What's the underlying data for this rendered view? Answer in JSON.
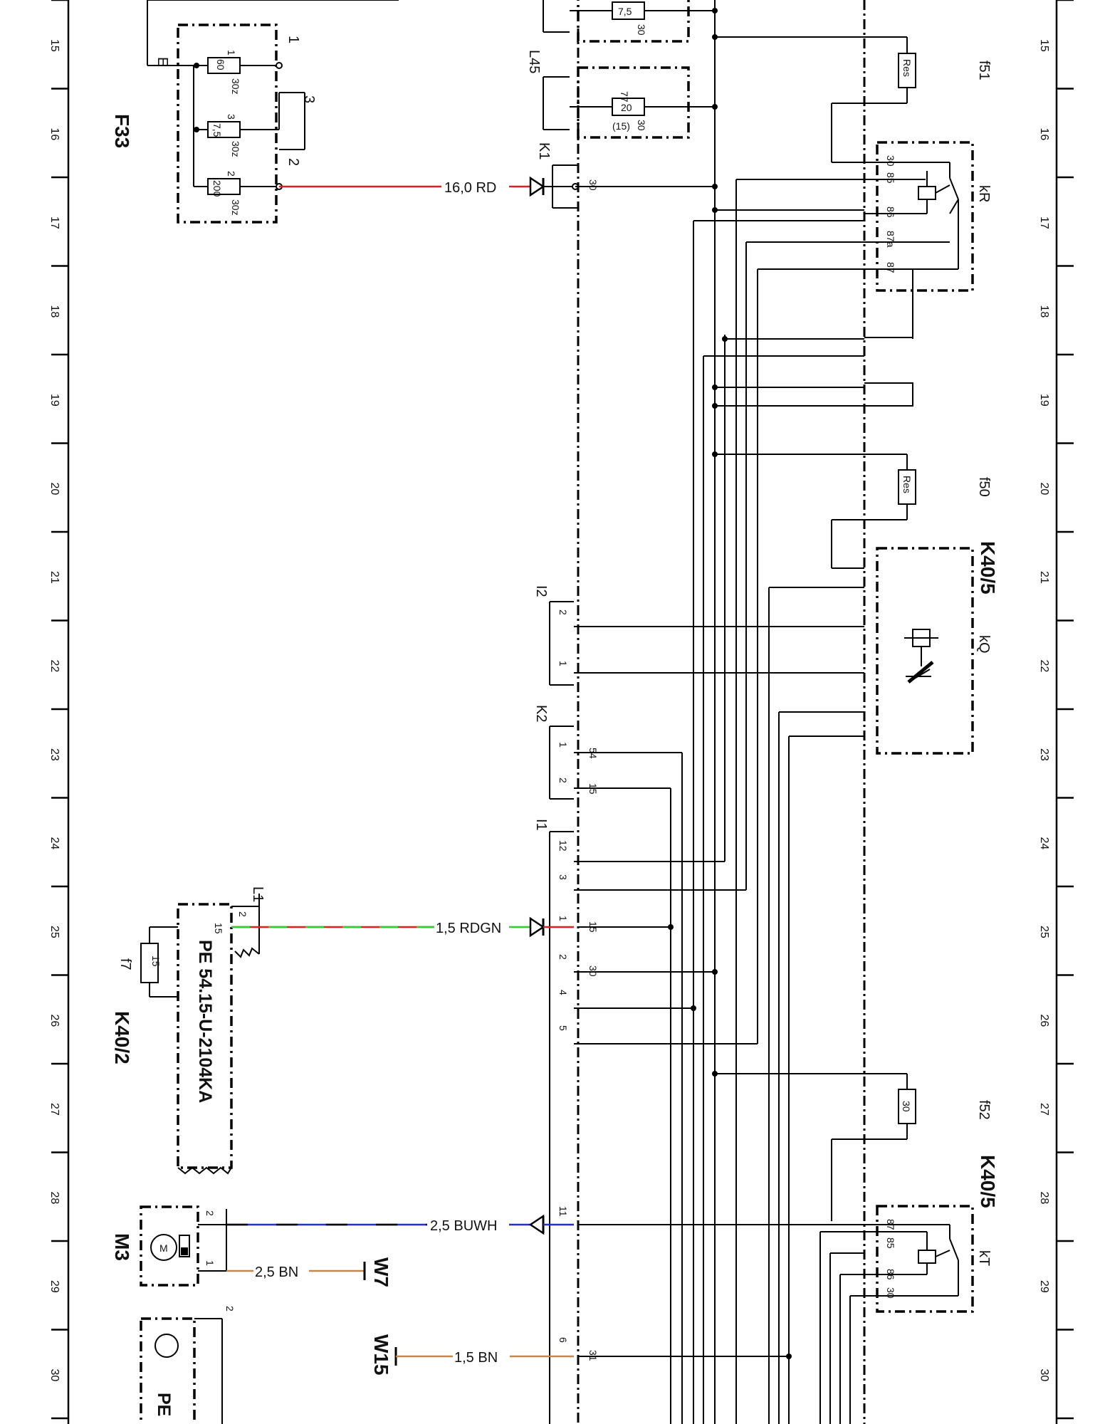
{
  "ruler": {
    "numbers": [
      "15",
      "16",
      "17",
      "18",
      "19",
      "20",
      "21",
      "22",
      "23",
      "24",
      "25",
      "26",
      "27",
      "28",
      "29",
      "30"
    ]
  },
  "components": {
    "F33": {
      "label": "F33",
      "fuses": [
        "60",
        "7,5",
        "200"
      ],
      "pins": [
        "1",
        "3",
        "2"
      ],
      "sub": [
        "30z",
        "30z",
        "30z"
      ],
      "terminals": [
        "1",
        "3",
        "2"
      ],
      "ground": "E"
    },
    "L45": {
      "label": "L45",
      "fuses": [
        "7,5",
        "20"
      ],
      "pins": [
        "30",
        "30"
      ],
      "extra": "(15)",
      "top": "77"
    },
    "K1": {
      "label": "K1",
      "pin": "30"
    },
    "I2": {
      "label": "I2",
      "pins": [
        "2",
        "1"
      ]
    },
    "K2": {
      "label": "K2",
      "pins": [
        "1",
        "2"
      ],
      "terms": [
        "54",
        "15"
      ]
    },
    "I1": {
      "label": "I1",
      "pins": [
        "12",
        "3",
        "1",
        "2",
        "4",
        "5",
        "11",
        "6"
      ],
      "terms": [
        "15",
        "30",
        "31"
      ]
    },
    "K40_2": {
      "label": "K40/2",
      "fuse": "15",
      "fuse_label": "f7",
      "connector": "L1",
      "pins": [
        "2",
        "15"
      ],
      "pe": "PE  54.15-U-2104KA"
    },
    "M3": {
      "label": "M3",
      "pins": [
        "2",
        "1"
      ]
    },
    "W7": {
      "label": "W7"
    },
    "W15": {
      "label": "W15"
    },
    "bottom_comp": {
      "pin": "2",
      "pe": "PE"
    },
    "f51": {
      "label": "f51",
      "res": "Res"
    },
    "f50": {
      "label": "f50",
      "res": "Res"
    },
    "f52": {
      "label": "f52",
      "res": "30"
    },
    "kR": {
      "label": "kR",
      "terms": [
        "30",
        "85",
        "86",
        "87a",
        "87"
      ]
    },
    "K40_5_top": {
      "label": "K40/5",
      "relay": "kQ"
    },
    "K40_5_bot": {
      "label": "K40/5",
      "relay": "kT",
      "terms": [
        "87",
        "85",
        "86",
        "30"
      ]
    }
  },
  "wires": [
    {
      "label": "16,0  RD",
      "color": "#e02020"
    },
    {
      "label": "1,5  RDGN",
      "colors": [
        "#e02020",
        "#2bd12b"
      ]
    },
    {
      "label": "2,5  BUWH",
      "color": "#2030d8"
    },
    {
      "label": "2,5  BN",
      "color": "#c08850"
    },
    {
      "label": "1,5  BN",
      "color": "#c08850"
    }
  ]
}
